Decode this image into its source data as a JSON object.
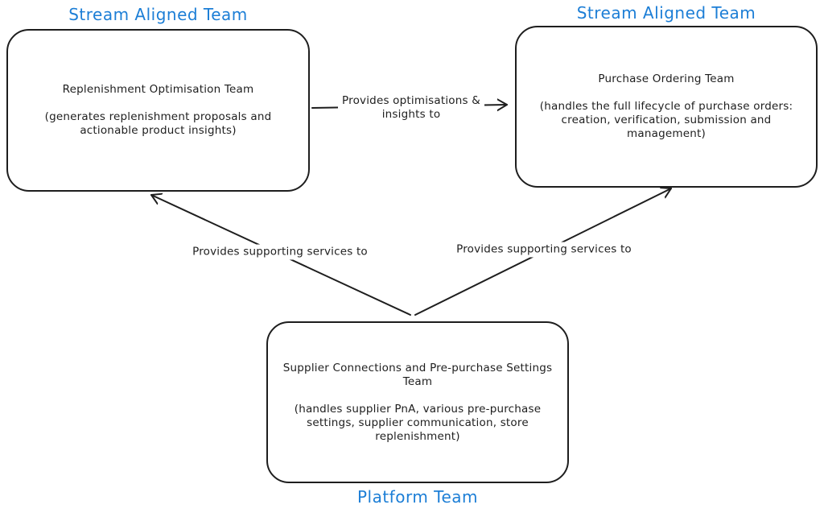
{
  "diagram": {
    "background": "#ffffff",
    "stroke_color": "#1e1e1e",
    "accent_color": "#1c7ed6"
  },
  "teams": [
    {
      "type_label": "Stream Aligned Team",
      "name": "Replenishment Optimisation Team",
      "description": "(generates replenishment proposals and actionable product insights)"
    },
    {
      "type_label": "Stream Aligned Team",
      "name": "Purchase Ordering Team",
      "description": "(handles the full lifecycle of purchase orders: creation, verification, submission and management)"
    },
    {
      "type_label": "Platform Team",
      "name": "Supplier Connections and Pre-purchase Settings Team",
      "description": "(handles supplier PnA, various pre-purchase settings, supplier communication, store replenishment)"
    }
  ],
  "arrows": [
    {
      "from": "Replenishment Optimisation Team",
      "to": "Purchase Ordering Team",
      "label": "Provides optimisations & insights to"
    },
    {
      "from": "Supplier Connections and Pre-purchase Settings Team",
      "to": "Replenishment Optimisation Team",
      "label": "Provides supporting services to"
    },
    {
      "from": "Supplier Connections and Pre-purchase Settings Team",
      "to": "Purchase Ordering Team",
      "label": "Provides supporting services to"
    }
  ]
}
